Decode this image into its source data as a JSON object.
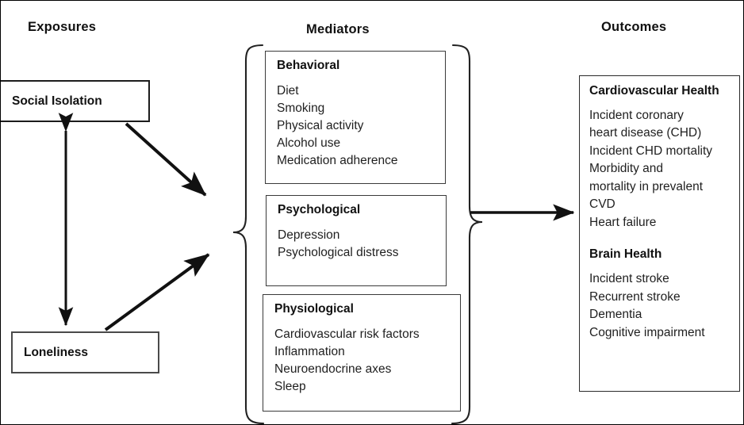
{
  "figure": {
    "type": "conceptual-framework-diagram",
    "background_color": "#ffffff",
    "line_color": "#1a1a1a"
  },
  "headers": {
    "exposures": "Exposures",
    "mediators": "Mediators",
    "outcomes": "Outcomes"
  },
  "exposures": [
    {
      "label": "Social Isolation"
    },
    {
      "label": "Loneliness"
    }
  ],
  "mediators": [
    {
      "title": "Behavioral",
      "items": [
        "Diet",
        "Smoking",
        "Physical activity",
        "Alcohol use",
        "Medication adherence"
      ]
    },
    {
      "title": "Psychological",
      "items": [
        "Depression",
        "Psychological distress"
      ]
    },
    {
      "title": "Physiological",
      "items": [
        "Cardiovascular risk factors",
        "Inflammation",
        "Neuroendocrine axes",
        "Sleep"
      ]
    }
  ],
  "outcomes": [
    {
      "title": "Cardiovascular Health",
      "items": [
        "Incident coronary",
        "heart disease (CHD)",
        "Incident CHD mortality",
        "Morbidity and",
        "mortality in prevalent",
        "CVD",
        "Heart failure"
      ]
    },
    {
      "title": "Brain Health",
      "items": [
        "Incident stroke",
        "Recurrent stroke",
        "Dementia",
        "Cognitive impairment"
      ]
    }
  ],
  "connectors": [
    {
      "name": "social-isolation-to-mediators",
      "style": "double-headed-arrow"
    },
    {
      "name": "loneliness-to-mediators",
      "style": "double-headed-arrow"
    },
    {
      "name": "social-isolation-loneliness",
      "style": "double-headed-arrow"
    },
    {
      "name": "mediators-to-outcomes",
      "style": "single-headed-arrow"
    }
  ]
}
